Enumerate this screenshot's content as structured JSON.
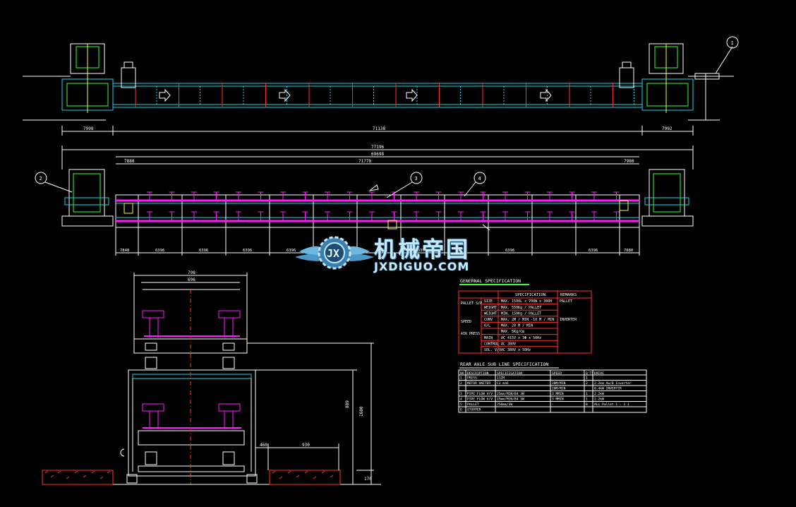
{
  "drawing": {
    "background": "#000000",
    "colors": {
      "outline": "#ffffff",
      "frame": "#1fd2e6",
      "pallet": "#ff1aff",
      "mechanism": "#ffff33",
      "green": "#33ff33",
      "centerline": "#ff3333",
      "table_border": "#ff3333"
    },
    "balloons": [
      "1",
      "2",
      "3",
      "4"
    ],
    "top_dims": [
      "7998",
      "71138",
      "7992"
    ],
    "mid_dims": [
      "77196",
      "69698",
      "7880",
      "7980",
      "71770"
    ],
    "mid_bottom_dims": [
      "7848",
      "6396",
      "6396",
      "6396",
      "6396",
      "6396",
      "6396",
      "6396",
      "6396",
      "7880"
    ],
    "section_dims": {
      "top_outer": "798",
      "top_inner": "696",
      "right_tall": "1600",
      "right_short": "889",
      "bottom_side": "170",
      "lower_left": "460",
      "lower_right": "930"
    }
  },
  "watermark": {
    "logo_letters": "JX",
    "title_cn": "机械帝国",
    "title_en": "JXDIGUO.COM"
  },
  "general_spec": {
    "title": "GENERNAL SPECIFICATION",
    "headers": [
      "SPECIFICATION",
      "REMARKS"
    ],
    "rows": [
      {
        "group": "PALLET S/P",
        "item": "SIZE",
        "spec": "MAX. 1500L x 700W x 300H",
        "remark": "PALLET"
      },
      {
        "group": "",
        "item": "WEIGHT",
        "spec": "MAX. 550Kg / PALLET",
        "remark": ""
      },
      {
        "group": "",
        "item": "WEIGHT",
        "spec": "MIN. 150Kg / PALLET",
        "remark": ""
      },
      {
        "group": "SPEED",
        "item": "CONV",
        "spec": "MAX. 2M / MIN -10 M / MIN",
        "remark": "INVERTER"
      },
      {
        "group": "",
        "item": "O/L",
        "spec": "MAX. 20 M / MIN",
        "remark": ""
      },
      {
        "group": "AIR PRESS",
        "item": "",
        "spec": "MAX. 5Kg/Cm",
        "remark": ""
      },
      {
        "group": "",
        "item": "MAIN",
        "spec": "AC 415V x 3Φ x 50Hz",
        "remark": ""
      },
      {
        "group": "",
        "item": "CONTROL",
        "spec": "AC 380V",
        "remark": ""
      },
      {
        "group": "",
        "item": "SOL. V/V",
        "spec": "AC 380V x 50Hz",
        "remark": ""
      }
    ]
  },
  "sub_spec": {
    "title": "REAR AXLE SUB LINE SPECIFICATION",
    "headers": [
      "NO",
      "DESCRIPTION",
      "SPECIFICATION",
      "SPEED",
      "Q'TY",
      "DRIVE"
    ],
    "rows": [
      {
        "no": "1",
        "desc": "PRESS",
        "spec": "112M",
        "speed": "",
        "qty": "1",
        "drive": ""
      },
      {
        "no": "2",
        "desc": "MOTOR UNITER",
        "spec": "C3 ma6",
        "speed": "20M/MIN",
        "qty": "2",
        "drive": "2.2kw Aw/B Inverter"
      },
      {
        "no": "",
        "desc": "",
        "spec": "",
        "speed": "20M/MIN",
        "qty": "",
        "drive": "0.4kW INVERTER"
      },
      {
        "no": "3",
        "desc": "PIPE FLOW V/V",
        "spec": "25mm/MIN/B4 3W",
        "speed": "3 MMIN",
        "qty": "1",
        "drive": "2.2kW"
      },
      {
        "no": "4",
        "desc": "PIPE FLOW V/V",
        "spec": "15mm/MIN/B4 3W",
        "speed": "3 MMIN",
        "qty": "1",
        "drive": "2.2kW"
      },
      {
        "no": "5",
        "desc": "PALLET",
        "spec": "750mm/3W",
        "speed": "-",
        "qty": "8",
        "drive": "ALL Pallet 1 - 1 1"
      },
      {
        "no": "6",
        "desc": "STOPPER",
        "spec": "",
        "speed": "",
        "qty": "",
        "drive": ""
      }
    ]
  }
}
